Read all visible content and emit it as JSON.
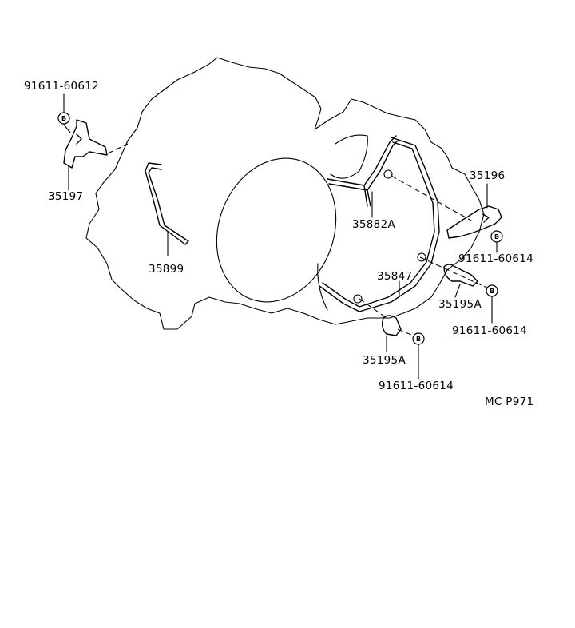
{
  "labels": {
    "p91611_60612": "91611-60612",
    "p35197": "35197",
    "p35899": "35899",
    "p35882A": "35882A",
    "p35196": "35196",
    "p91611_60614_a": "91611-60614",
    "p35847": "35847",
    "p35195A_a": "35195A",
    "p91611_60614_b": "91611-60614",
    "p35195A_b": "35195A",
    "p91611_60614_c": "91611-60614",
    "figure_code": "MC P971"
  },
  "bolt_marker": "B",
  "icons": [
    "bolt-marker-icon"
  ]
}
